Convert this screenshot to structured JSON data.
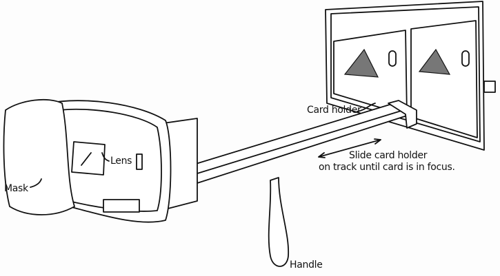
{
  "labels": {
    "card_holder": "Card holder",
    "slide_line1": "Slide card holder",
    "slide_line2": "on track until card is in focus.",
    "lens": "Lens",
    "mask": "Mask",
    "handle": "Handle"
  }
}
